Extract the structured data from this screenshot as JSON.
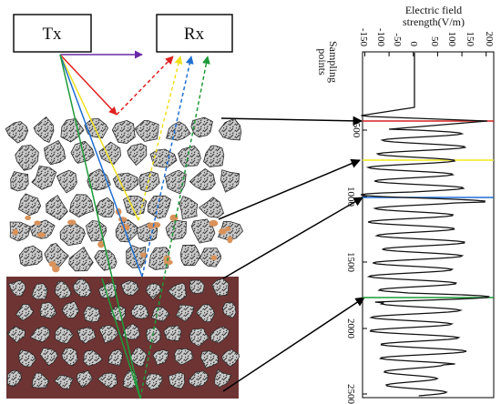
{
  "transmitter": {
    "label": "Tx"
  },
  "receiver": {
    "label": "Rx"
  },
  "plot": {
    "ylabel_line1": "Electric field",
    "ylabel_line2": "strength(V/m)",
    "xlabel_line1": "Sampling",
    "xlabel_line2": "points",
    "strength_ticks": [
      "-150",
      "-100",
      "-50",
      "0",
      "50",
      "100",
      "150",
      "200"
    ],
    "sample_ticks": [
      "500",
      "1000",
      "1500",
      "2000",
      "2500"
    ],
    "marker_colors": {
      "red": "#d42020",
      "yellow": "#f2ea1a",
      "blue": "#1f6fd1",
      "green": "#1f9a3a"
    }
  },
  "ray_colors": {
    "direct": "#6a2aa8",
    "red": "#e02020",
    "yellow": "#f0e020",
    "blue": "#1f6fd1",
    "green": "#1f9a3a"
  },
  "layer_colors": {
    "lower": "#6e3434",
    "particle": "#d8925a"
  }
}
